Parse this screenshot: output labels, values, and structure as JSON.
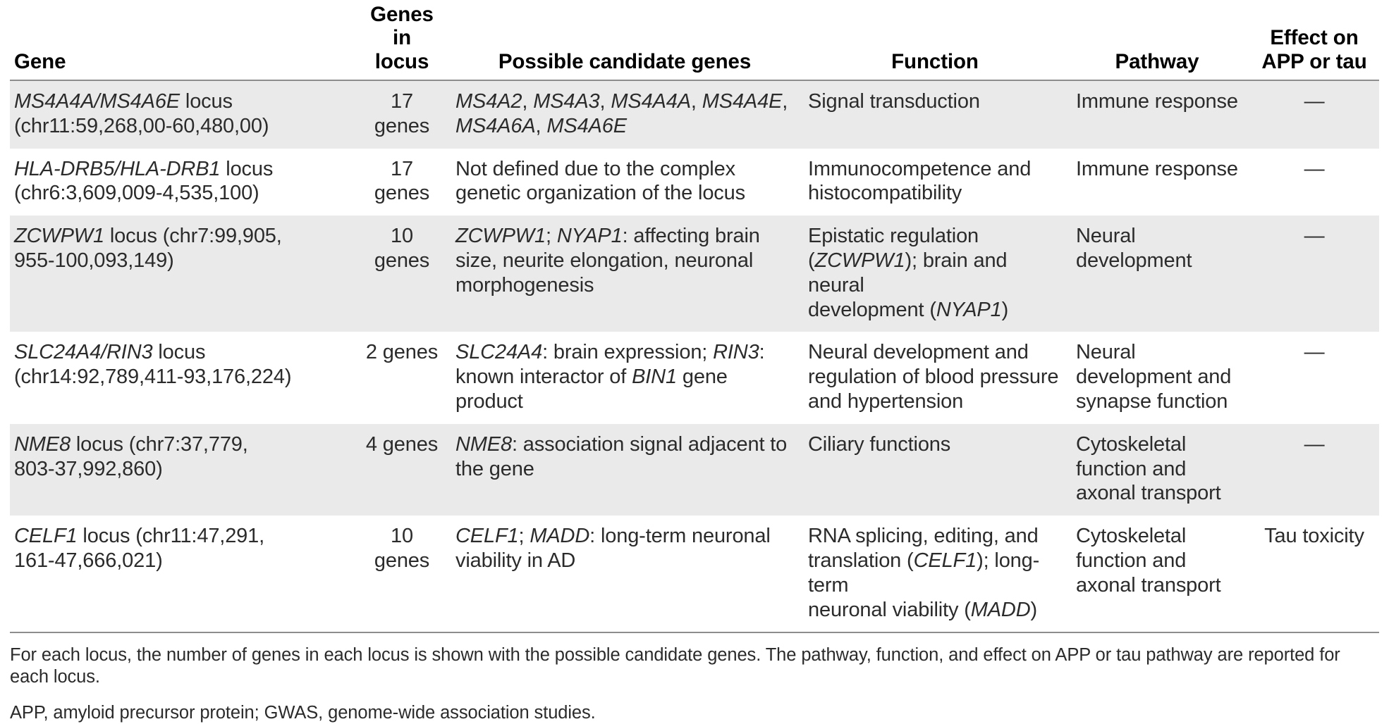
{
  "table": {
    "columns": [
      {
        "key": "gene",
        "label": "Gene"
      },
      {
        "key": "num",
        "label": "Genes in\nlocus"
      },
      {
        "key": "cand",
        "label": "Possible candidate genes"
      },
      {
        "key": "func",
        "label": "Function"
      },
      {
        "key": "path",
        "label": "Pathway"
      },
      {
        "key": "effect",
        "label": "Effect on\nAPP or tau"
      }
    ],
    "rows": [
      {
        "shaded": true,
        "gene": "MS4A4A/MS4A6E locus\n(chr11:59,268,00-60,480,00)",
        "gene_italic": "MS4A4A/MS4A6E",
        "num": "17 genes",
        "cand": "MS4A2, MS4A3, MS4A4A, MS4A4E,\nMS4A6A, MS4A6E",
        "func": "Signal transduction",
        "path": "Immune response",
        "effect": "—"
      },
      {
        "shaded": false,
        "gene": "HLA-DRB5/HLA-DRB1 locus\n(chr6:3,609,009-4,535,100)",
        "gene_italic": "HLA-DRB5/HLA-DRB1",
        "num": "17 genes",
        "cand": "Not defined due to the complex\ngenetic organization of the locus",
        "func": "Immunocompetence and\nhistocompatibility",
        "path": "Immune response",
        "effect": "—"
      },
      {
        "shaded": true,
        "gene": "ZCWPW1 locus (chr7:99,905,\n955-100,093,149)",
        "gene_italic": "ZCWPW1",
        "num": "10 genes",
        "cand": "ZCWPW1; NYAP1: affecting brain\nsize, neurite elongation, neuronal\nmorphogenesis",
        "func": "Epistatic regulation\n(ZCWPW1); brain and neural\ndevelopment (NYAP1)",
        "path": "Neural\ndevelopment",
        "effect": "—"
      },
      {
        "shaded": false,
        "gene": "SLC24A4/RIN3 locus\n(chr14:92,789,411-93,176,224)",
        "gene_italic": "SLC24A4/RIN3",
        "num": "2 genes",
        "cand": "SLC24A4: brain expression; RIN3:\nknown interactor of BIN1 gene\nproduct",
        "func": "Neural development and\nregulation of blood pressure\nand hypertension",
        "path": "Neural\ndevelopment and\nsynapse function",
        "effect": "—"
      },
      {
        "shaded": true,
        "gene": "NME8 locus (chr7:37,779,\n803-37,992,860)",
        "gene_italic": "NME8",
        "num": "4 genes",
        "cand": "NME8: association signal adjacent to\nthe gene",
        "func": "Ciliary functions",
        "path": "Cytoskeletal\nfunction and\naxonal transport",
        "effect": "—"
      },
      {
        "shaded": false,
        "gene": "CELF1 locus (chr11:47,291,\n161-47,666,021)",
        "gene_italic": "CELF1",
        "num": "10 genes",
        "cand": "CELF1; MADD: long-term neuronal\nviability in AD",
        "func": "RNA splicing, editing, and\ntranslation (CELF1); long-term\nneuronal viability (MADD)",
        "path": "Cytoskeletal\nfunction and\naxonal transport",
        "effect": "Tau toxicity"
      }
    ]
  },
  "footnotes": [
    "For each locus, the number of genes in each locus is shown with the possible candidate genes. The pathway, function, and effect on APP or tau pathway are reported for each locus.",
    "APP, amyloid precursor protein; GWAS, genome-wide association studies."
  ],
  "colors": {
    "row_shaded": "#eaeaea",
    "row_plain": "#ffffff",
    "rule": "#8d8d8d",
    "text": "#2b2b2b",
    "header_text": "#000000"
  }
}
